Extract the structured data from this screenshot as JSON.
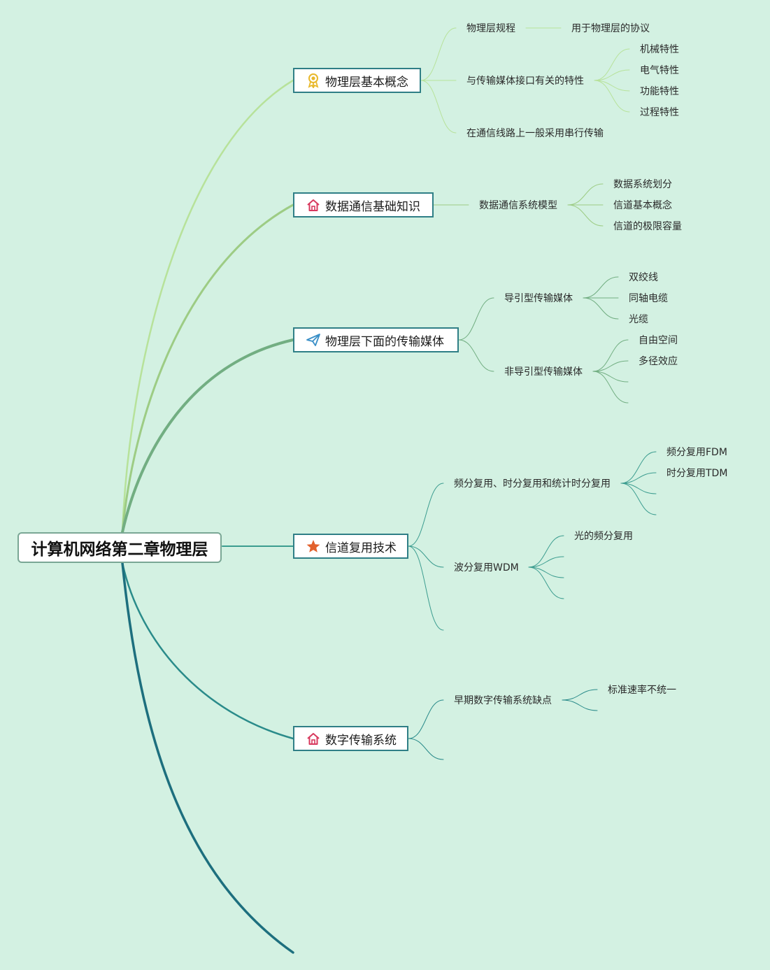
{
  "root": {
    "label": "计算机网络第二章物理层"
  },
  "branches": [
    {
      "label": "物理层基本概念",
      "icon": "award-icon",
      "color": "#b7e29a",
      "children": [
        {
          "label": "物理层规程",
          "children": [
            {
              "label": "用于物理层的协议"
            }
          ]
        },
        {
          "label": "与传输媒体接口有关的特性",
          "children": [
            {
              "label": "机械特性"
            },
            {
              "label": "电气特性"
            },
            {
              "label": "功能特性"
            },
            {
              "label": "过程特性"
            }
          ]
        },
        {
          "label": "在通信线路上一般采用串行传输"
        }
      ]
    },
    {
      "label": "数据通信基础知识",
      "icon": "home-icon",
      "color": "#9dcc84",
      "children": [
        {
          "label": "数据通信系统模型",
          "children": [
            {
              "label": "数据系统划分"
            },
            {
              "label": "信道基本概念"
            },
            {
              "label": "信道的极限容量"
            }
          ]
        }
      ]
    },
    {
      "label": "物理层下面的传输媒体",
      "icon": "send-icon",
      "color": "#72ae82",
      "children": [
        {
          "label": "导引型传输媒体",
          "children": [
            {
              "label": "双绞线"
            },
            {
              "label": "同轴电缆"
            },
            {
              "label": "光缆"
            }
          ]
        },
        {
          "label": "非导引型传输媒体",
          "children": [
            {
              "label": "自由空间"
            },
            {
              "label": "多径效应"
            },
            {
              "label": ""
            },
            {
              "label": ""
            }
          ]
        }
      ]
    },
    {
      "label": "信道复用技术",
      "icon": "star-icon",
      "color": "#3b9c8f",
      "children": [
        {
          "label": "频分复用、时分复用和统计时分复用",
          "children": [
            {
              "label": "频分复用FDM"
            },
            {
              "label": "时分复用TDM"
            },
            {
              "label": ""
            },
            {
              "label": ""
            }
          ]
        },
        {
          "label": "波分复用WDM",
          "children": [
            {
              "label": "光的频分复用"
            },
            {
              "label": ""
            },
            {
              "label": ""
            },
            {
              "label": ""
            }
          ]
        },
        {
          "label": ""
        }
      ]
    },
    {
      "label": "数字传输系统",
      "icon": "home-icon",
      "color": "#2a8b8a",
      "children": [
        {
          "label": "早期数字传输系统缺点",
          "children": [
            {
              "label": "标准速率不统一"
            },
            {
              "label": ""
            }
          ]
        },
        {
          "label": ""
        }
      ]
    },
    {
      "label": "",
      "color": "#1d6f7e"
    }
  ]
}
